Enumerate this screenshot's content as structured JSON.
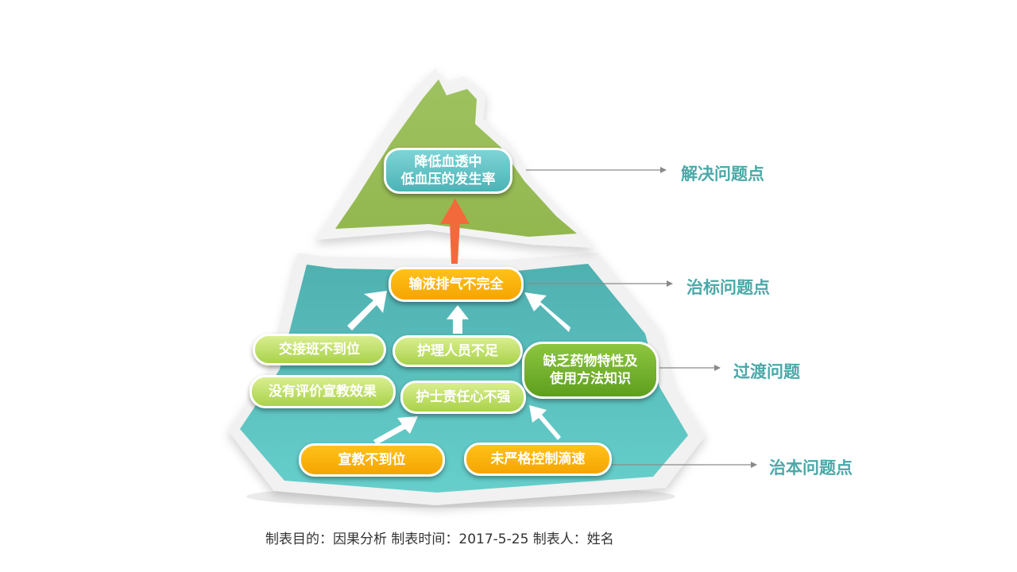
{
  "boxes": {
    "goal": "降低血透中\n低血压的发生率",
    "b1": "输液排气不完全",
    "b2": "交接班不到位",
    "b3": "护理人员不足",
    "b4": "缺乏药物特性及\n使用方法知识",
    "b5": "没有评价宣教效果",
    "b6": "护士责任心不强",
    "b7": "宣教不到位",
    "b8": "未严格控制滴速"
  },
  "labels": {
    "l1": "解决问题点",
    "l2": "治标问题点",
    "l3": "过渡问题",
    "l4": "治本问题点"
  },
  "footer": "制表目的：因果分析  制表时间：2017-5-25  制表人：姓名",
  "colors": {
    "green_top": "#9dc05a",
    "teal_base": "#5cc3c1",
    "orange": "#f5a800",
    "lime": "#b9dc5c",
    "dark_green": "#6cae2a",
    "goal_teal": "#5cbcbf",
    "red_arrow": "#f26a3c",
    "label_teal": "#4aa9a8"
  }
}
